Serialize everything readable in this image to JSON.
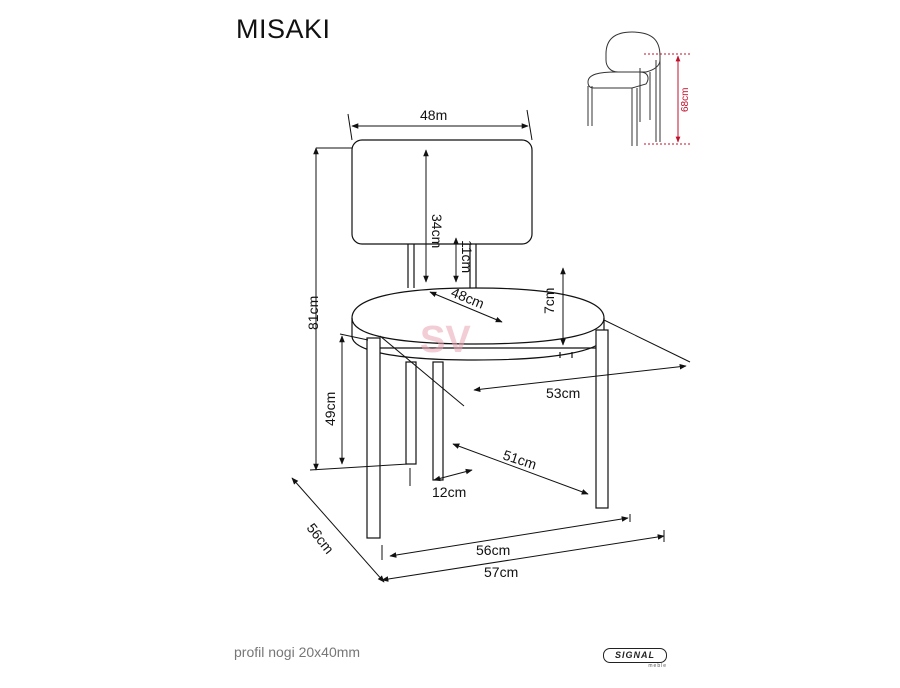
{
  "title": "MISAKI",
  "footer": "profil nogi 20x40mm",
  "logo": {
    "name": "SIGNAL",
    "sub": "meble"
  },
  "watermark": "SV",
  "labels": {
    "back_width": "48m",
    "back_height": "34cm",
    "back_gap": "11cm",
    "seat_thickness": "7cm",
    "seat_diagonal": "48cm",
    "total_height": "81cm",
    "seat_height": "49cm",
    "seat_depth": "53cm",
    "leg_depth": "51cm",
    "leg_offset": "12cm",
    "front_width": "56cm",
    "total_width": "57cm",
    "side_depth": "56cm",
    "armrest_height": "68cm"
  },
  "colors": {
    "line": "#111111",
    "accent": "#c0102c",
    "watermark": "#e8a5b4"
  }
}
